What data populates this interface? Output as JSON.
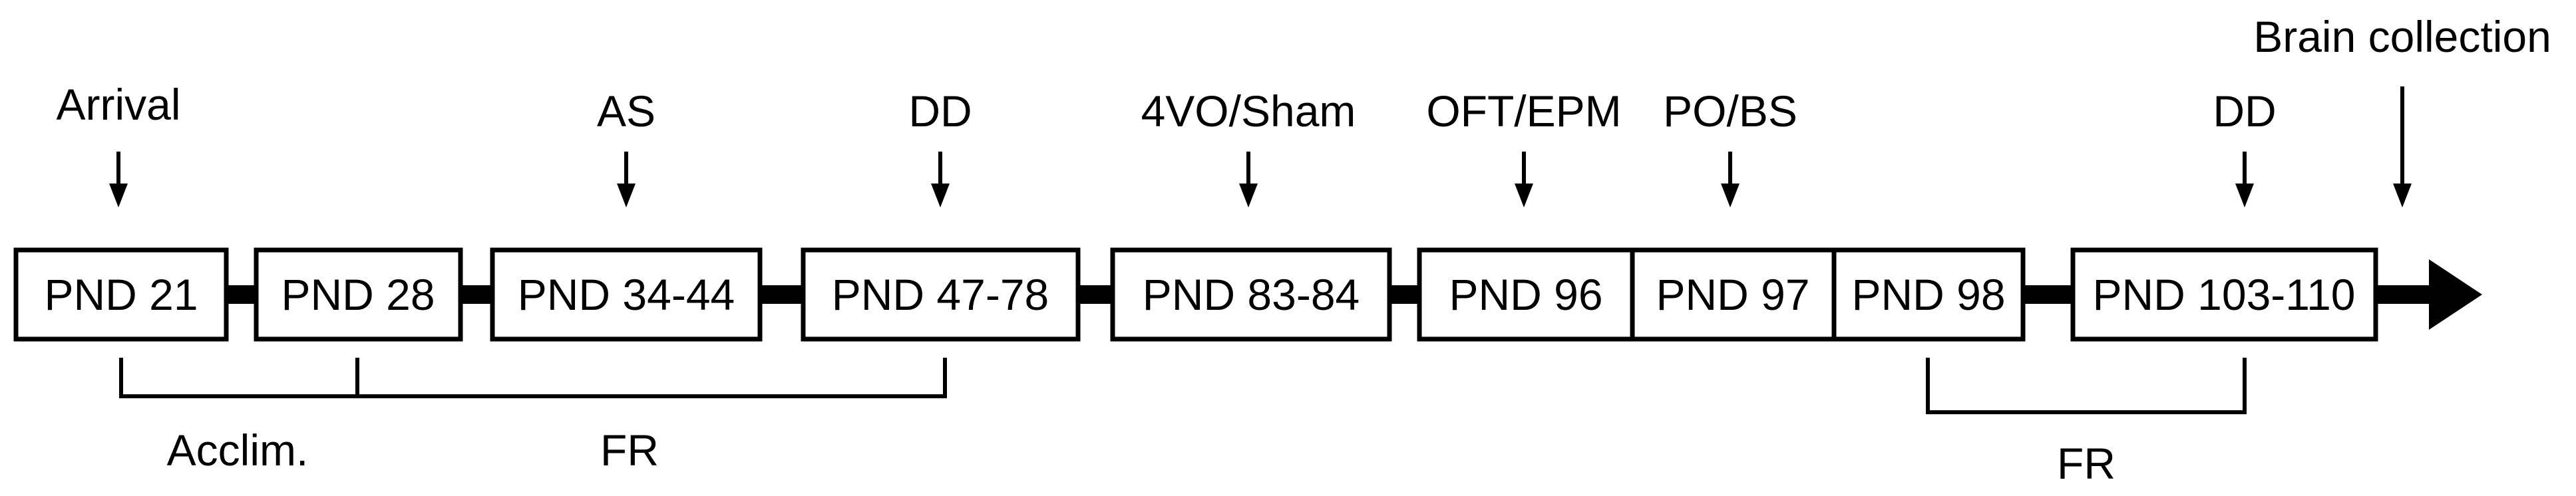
{
  "timeline": {
    "boxes": [
      {
        "id": "pnd-21",
        "label": "PND 21"
      },
      {
        "id": "pnd-28",
        "label": "PND 28"
      },
      {
        "id": "pnd-34-44",
        "label": "PND 34-44"
      },
      {
        "id": "pnd-47-78",
        "label": "PND 47-78"
      },
      {
        "id": "pnd-83-84",
        "label": "PND 83-84"
      },
      {
        "id": "pnd-96",
        "label": "PND 96"
      },
      {
        "id": "pnd-97",
        "label": "PND 97"
      },
      {
        "id": "pnd-98",
        "label": "PND 98"
      },
      {
        "id": "pnd-103-110",
        "label": "PND 103-110"
      }
    ],
    "events": [
      {
        "id": "arrival",
        "label": "Arrival"
      },
      {
        "id": "as",
        "label": "AS"
      },
      {
        "id": "dd-1",
        "label": "DD"
      },
      {
        "id": "4vo-sham",
        "label": "4VO/Sham"
      },
      {
        "id": "oft-epm",
        "label": "OFT/EPM"
      },
      {
        "id": "po-bs",
        "label": "PO/BS"
      },
      {
        "id": "dd-2",
        "label": "DD"
      },
      {
        "id": "brain-collection",
        "label": "Brain collection"
      }
    ],
    "brackets": [
      {
        "id": "acclim",
        "label": "Acclim."
      },
      {
        "id": "fr-1",
        "label": "FR"
      },
      {
        "id": "fr-2",
        "label": "FR"
      }
    ]
  }
}
